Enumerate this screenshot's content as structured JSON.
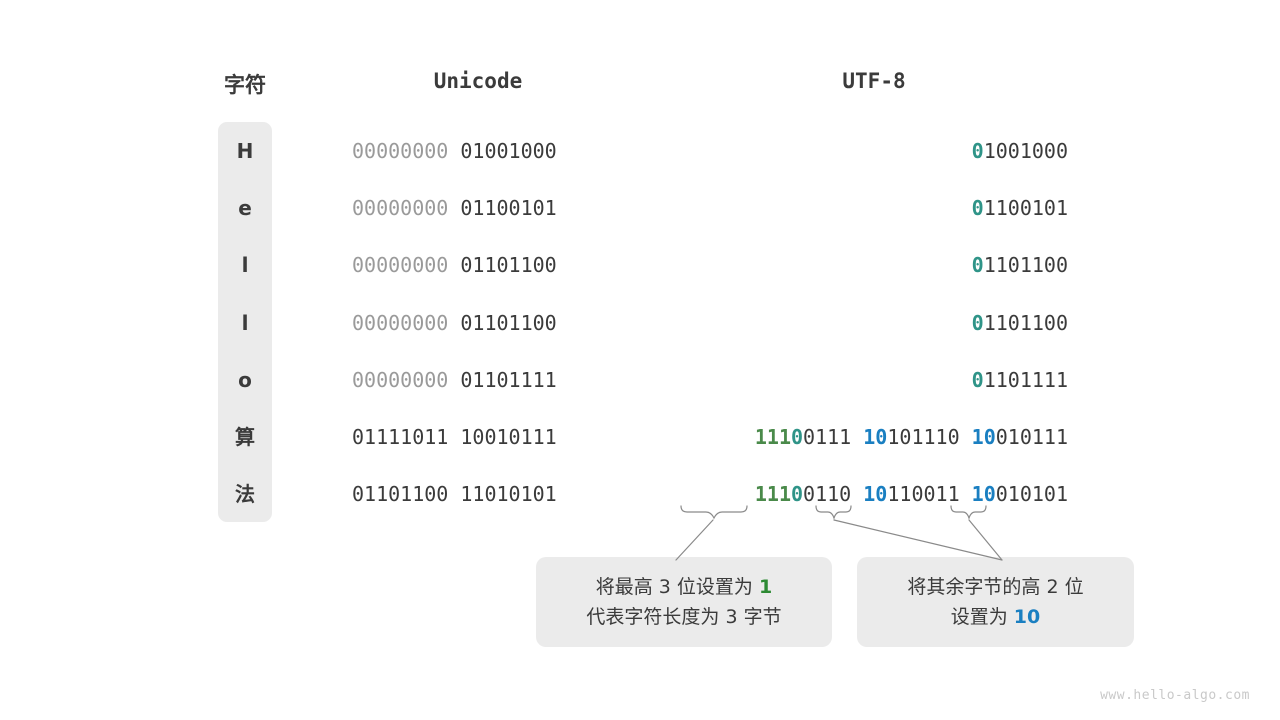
{
  "title": "Unicode to UTF-8 encoding diagram",
  "headers": {
    "character": "字符",
    "unicode": "Unicode",
    "utf8": "UTF-8"
  },
  "rows": [
    {
      "char": "H",
      "unicode_dim": "00000000",
      "unicode_dark": "01001000",
      "utf8_segments": [
        {
          "text": "0",
          "color": "teal"
        },
        {
          "text": "1001000",
          "color": "dark"
        }
      ]
    },
    {
      "char": "e",
      "unicode_dim": "00000000",
      "unicode_dark": "01100101",
      "utf8_segments": [
        {
          "text": "0",
          "color": "teal"
        },
        {
          "text": "1100101",
          "color": "dark"
        }
      ]
    },
    {
      "char": "l",
      "unicode_dim": "00000000",
      "unicode_dark": "01101100",
      "utf8_segments": [
        {
          "text": "0",
          "color": "teal"
        },
        {
          "text": "1101100",
          "color": "dark"
        }
      ]
    },
    {
      "char": "l",
      "unicode_dim": "00000000",
      "unicode_dark": "01101100",
      "utf8_segments": [
        {
          "text": "0",
          "color": "teal"
        },
        {
          "text": "1101100",
          "color": "dark"
        }
      ]
    },
    {
      "char": "o",
      "unicode_dim": "00000000",
      "unicode_dark": "01101111",
      "utf8_segments": [
        {
          "text": "0",
          "color": "teal"
        },
        {
          "text": "1101111",
          "color": "dark"
        }
      ]
    },
    {
      "char": "算",
      "unicode_dim": "",
      "unicode_dark": "01111011 10010111",
      "utf8_segments": [
        {
          "text": "111",
          "color": "green"
        },
        {
          "text": "0",
          "color": "teal"
        },
        {
          "text": "0111 ",
          "color": "dark"
        },
        {
          "text": "10",
          "color": "blue"
        },
        {
          "text": "101110 ",
          "color": "dark"
        },
        {
          "text": "10",
          "color": "blue"
        },
        {
          "text": "010111",
          "color": "dark"
        }
      ]
    },
    {
      "char": "法",
      "unicode_dim": "",
      "unicode_dark": "01101100 11010101",
      "utf8_segments": [
        {
          "text": "111",
          "color": "green"
        },
        {
          "text": "0",
          "color": "teal"
        },
        {
          "text": "0110 ",
          "color": "dark"
        },
        {
          "text": "10",
          "color": "blue"
        },
        {
          "text": "110011 ",
          "color": "dark"
        },
        {
          "text": "10",
          "color": "blue"
        },
        {
          "text": "010101",
          "color": "dark"
        }
      ]
    }
  ],
  "callouts": [
    {
      "id": "leading-byte-note",
      "lines": [
        [
          {
            "text": "将最高 3 位设置为 ",
            "color": "dark"
          },
          {
            "text": "1",
            "color": "green"
          }
        ],
        [
          {
            "text": "代表字符长度为 3 字节",
            "color": "dark"
          }
        ]
      ]
    },
    {
      "id": "continuation-byte-note",
      "lines": [
        [
          {
            "text": "将其余字节的高 2 位",
            "color": "dark"
          }
        ],
        [
          {
            "text": "设置为 ",
            "color": "dark"
          },
          {
            "text": "10",
            "color": "blue"
          }
        ]
      ]
    }
  ],
  "watermark": "www.hello-algo.com",
  "colors": {
    "dark": "#3b3b3b",
    "dim": "#9a9a9a",
    "teal": "#2f9488",
    "green": "#4a8a4a",
    "callout_green": "#2d8a33",
    "blue": "#1a7fc1",
    "panel_bg": "#ebebeb",
    "background": "#ffffff"
  }
}
